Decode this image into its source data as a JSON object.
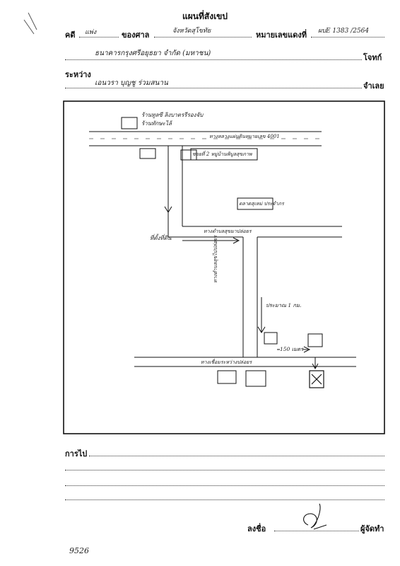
{
  "page_title": "แผนที่สังเขป",
  "form": {
    "case_label": "คดี",
    "case_value": "แพ่ง",
    "court_label": "ของศาล",
    "court_value": "จังหวัดสุโขทัย",
    "black_case_label": "หมายเลขแดงที่",
    "black_case_value": "ผบE 1383 /2564",
    "plaintiff_value": "ธนาคารกรุงศรีอยุธยา จำกัด (มหาชน)",
    "plaintiff_label": "โจทก์",
    "between_label": "ระหว่าง",
    "defendant_value": "เอนวรา บุญชู ร่วมสนาน",
    "defendant_label": "จำเลย",
    "directions_label": "การไป",
    "signature_label": "ลงชื่อ",
    "preparer_label": "ผู้จัดทำ"
  },
  "map": {
    "labels": {
      "top_building": "ร้านทูลซี ลิงบาตรรีรองจับ",
      "top_building_sub": "ร้านทักษะไล้",
      "main_road": "ทางหลวงแผ่นดินหมายเลข 4001",
      "branch_road": "ซอยที่ 2 หมู่บ้านพิบูลสุขภาพ",
      "right_building": "ตลาดสุเหม่ ประจำภร",
      "side_road": "ทางตำบลสุขมาปล่อยร",
      "start_label": "ที่ตั้งที่ดิน",
      "vertical_road": "ทางตำบลสุขไปปล่อยร",
      "distance_label": "ประมาณ 1 กม.",
      "distance_label_2": "150 เมตร",
      "bottom_road": "ทางเชื่อมระหว่างปล่อยร",
      "target_marker": "X"
    }
  },
  "footer_note": "9526"
}
